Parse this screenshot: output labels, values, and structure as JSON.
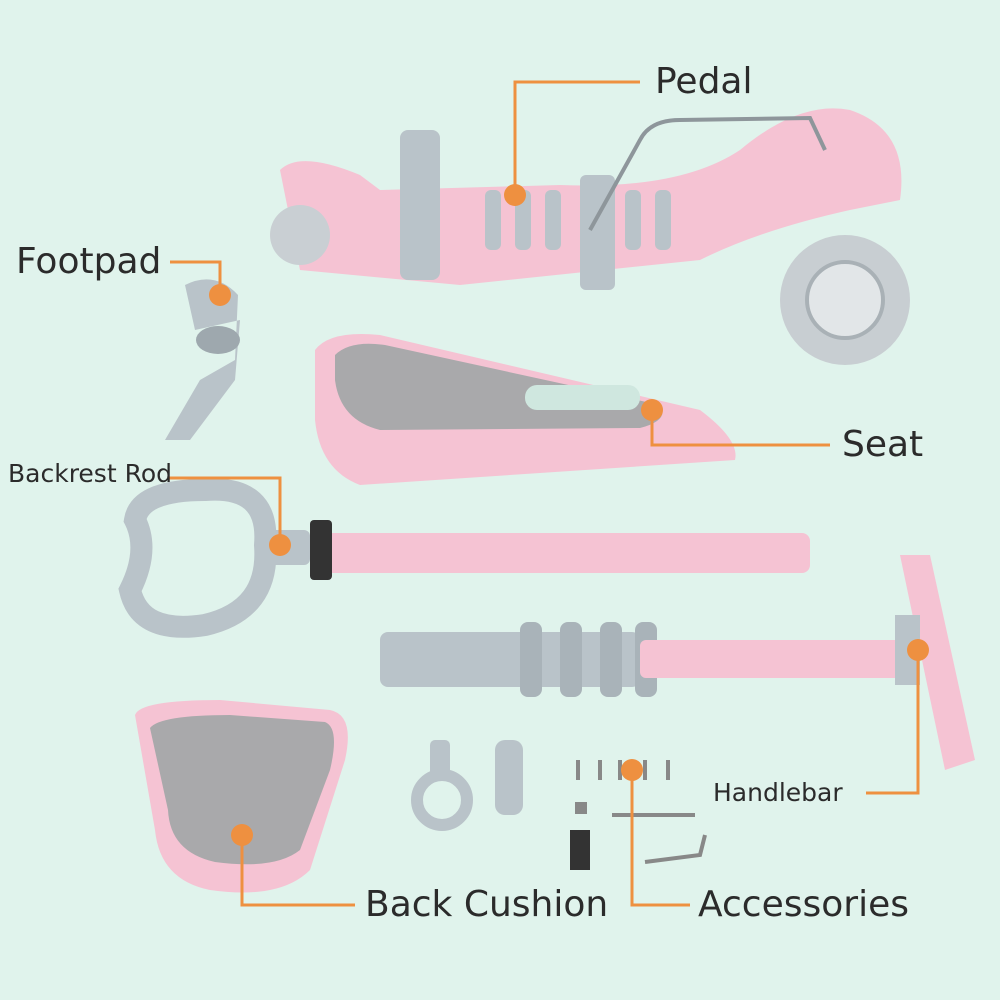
{
  "labels": {
    "pedal": "Pedal",
    "footpad": "Footpad",
    "seat": "Seat",
    "backrest_rod": "Backrest Rod",
    "handlebar": "Handlebar",
    "back_cushion": "Back Cushion",
    "accessories": "Accessories"
  },
  "colors": {
    "background": "#e0f3ec",
    "leader_line": "#ee9040",
    "part_pink": "#f5c3d3",
    "part_gray": "#b9c3c9"
  }
}
